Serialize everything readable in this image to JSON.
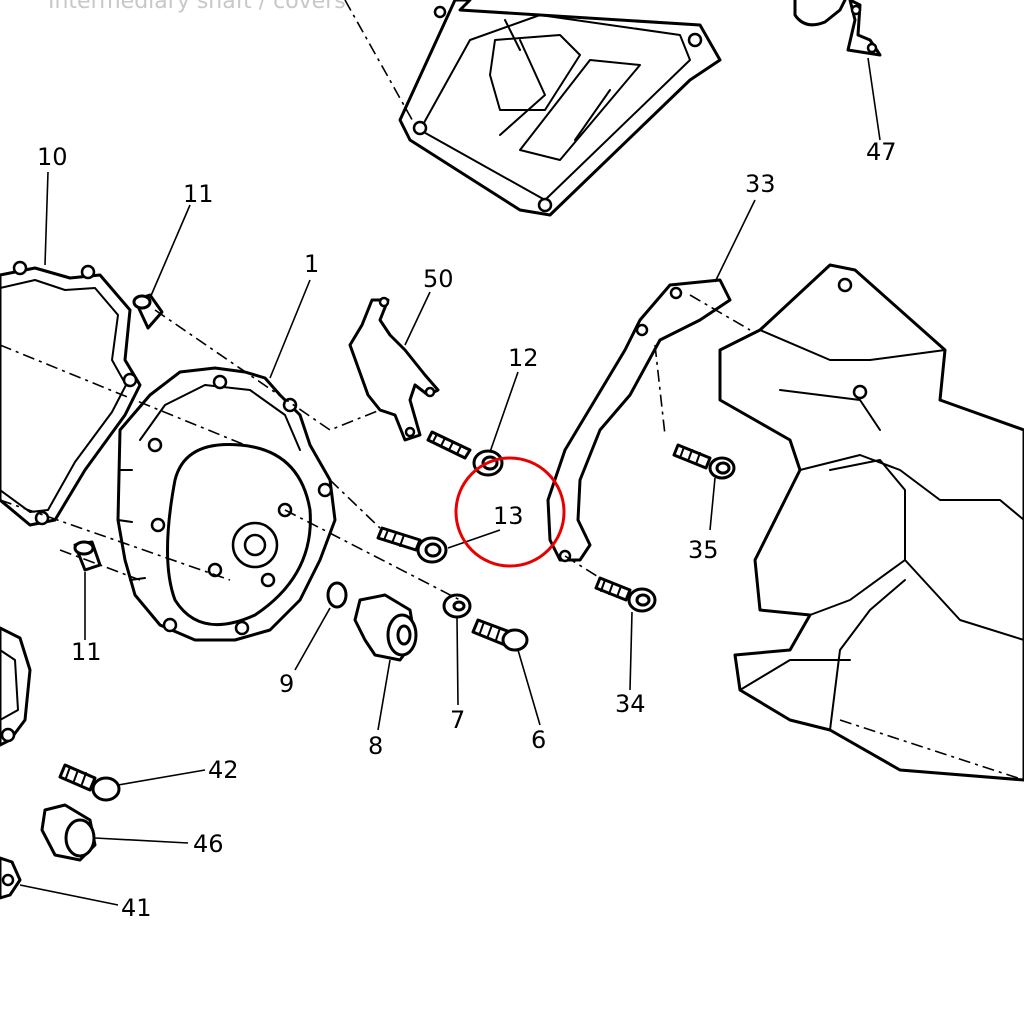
{
  "header_text": "Intermediary shaft / covers",
  "callouts": [
    {
      "id": "1",
      "label": "1"
    },
    {
      "id": "6",
      "label": "6"
    },
    {
      "id": "7",
      "label": "7"
    },
    {
      "id": "8",
      "label": "8"
    },
    {
      "id": "9",
      "label": "9"
    },
    {
      "id": "10",
      "label": "10"
    },
    {
      "id": "11a",
      "label": "11"
    },
    {
      "id": "11b",
      "label": "11"
    },
    {
      "id": "12",
      "label": "12"
    },
    {
      "id": "13",
      "label": "13"
    },
    {
      "id": "33",
      "label": "33"
    },
    {
      "id": "34",
      "label": "34"
    },
    {
      "id": "35",
      "label": "35"
    },
    {
      "id": "41",
      "label": "41"
    },
    {
      "id": "42",
      "label": "42"
    },
    {
      "id": "46",
      "label": "46"
    },
    {
      "id": "47",
      "label": "47"
    },
    {
      "id": "50",
      "label": "50"
    }
  ],
  "highlight": {
    "target": "13",
    "color": "#e60000"
  }
}
